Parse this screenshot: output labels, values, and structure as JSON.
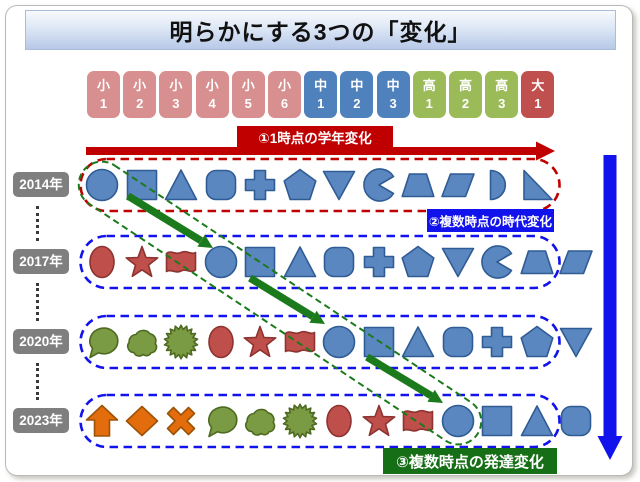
{
  "title": "明らかにする3つの「変化」",
  "grade_axis": {
    "items": [
      {
        "top": "小",
        "num": "1",
        "group": "elem"
      },
      {
        "top": "小",
        "num": "2",
        "group": "elem"
      },
      {
        "top": "小",
        "num": "3",
        "group": "elem"
      },
      {
        "top": "小",
        "num": "4",
        "group": "elem"
      },
      {
        "top": "小",
        "num": "5",
        "group": "elem"
      },
      {
        "top": "小",
        "num": "6",
        "group": "elem"
      },
      {
        "top": "中",
        "num": "1",
        "group": "middle"
      },
      {
        "top": "中",
        "num": "2",
        "group": "middle"
      },
      {
        "top": "中",
        "num": "3",
        "group": "middle"
      },
      {
        "top": "高",
        "num": "1",
        "group": "high"
      },
      {
        "top": "高",
        "num": "2",
        "group": "high"
      },
      {
        "top": "高",
        "num": "3",
        "group": "high"
      },
      {
        "top": "大",
        "num": "1",
        "group": "univ"
      }
    ]
  },
  "annotations": {
    "grade_change_label": "①1時点の学年変化",
    "era_change_label": "②複数時点の時代変化",
    "development_change_label": "③複数時点の発達変化"
  },
  "timeline": {
    "years": [
      "2014年",
      "2017年",
      "2020年",
      "2023年"
    ]
  },
  "rows": [
    {
      "year": "2014年",
      "outline": "red",
      "shapes": [
        {
          "col": 1,
          "type": "circle",
          "color": "blue"
        },
        {
          "col": 2,
          "type": "square",
          "color": "blue"
        },
        {
          "col": 3,
          "type": "triangle",
          "color": "blue"
        },
        {
          "col": 4,
          "type": "squircle",
          "color": "blue"
        },
        {
          "col": 5,
          "type": "cross",
          "color": "blue"
        },
        {
          "col": 6,
          "type": "pentagon",
          "color": "blue"
        },
        {
          "col": 7,
          "type": "tri_down",
          "color": "blue"
        },
        {
          "col": 8,
          "type": "pacman",
          "color": "blue"
        },
        {
          "col": 9,
          "type": "trapezoid",
          "color": "blue"
        },
        {
          "col": 10,
          "type": "parallelogram",
          "color": "blue"
        },
        {
          "col": 11,
          "type": "half_circle",
          "color": "blue"
        },
        {
          "col": 12,
          "type": "tri_right",
          "color": "blue"
        }
      ]
    },
    {
      "year": "2017年",
      "outline": "blue",
      "shapes": [
        {
          "col": 1,
          "type": "oval",
          "color": "red"
        },
        {
          "col": 2,
          "type": "star",
          "color": "red"
        },
        {
          "col": 3,
          "type": "flag",
          "color": "red"
        },
        {
          "col": 4,
          "type": "circle",
          "color": "blue"
        },
        {
          "col": 5,
          "type": "square",
          "color": "blue"
        },
        {
          "col": 6,
          "type": "triangle",
          "color": "blue"
        },
        {
          "col": 7,
          "type": "squircle",
          "color": "blue"
        },
        {
          "col": 8,
          "type": "cross",
          "color": "blue"
        },
        {
          "col": 9,
          "type": "pentagon",
          "color": "blue"
        },
        {
          "col": 10,
          "type": "tri_down",
          "color": "blue"
        },
        {
          "col": 11,
          "type": "pacman",
          "color": "blue"
        },
        {
          "col": 12,
          "type": "trapezoid",
          "color": "blue"
        },
        {
          "col": 13,
          "type": "parallelogram",
          "color": "blue"
        }
      ]
    },
    {
      "year": "2020年",
      "outline": "blue",
      "shapes": [
        {
          "col": 1,
          "type": "bubble",
          "color": "green"
        },
        {
          "col": 2,
          "type": "cloud",
          "color": "green"
        },
        {
          "col": 3,
          "type": "sun",
          "color": "green"
        },
        {
          "col": 4,
          "type": "oval",
          "color": "red"
        },
        {
          "col": 5,
          "type": "star",
          "color": "red"
        },
        {
          "col": 6,
          "type": "flag",
          "color": "red"
        },
        {
          "col": 7,
          "type": "circle",
          "color": "blue"
        },
        {
          "col": 8,
          "type": "square",
          "color": "blue"
        },
        {
          "col": 9,
          "type": "triangle",
          "color": "blue"
        },
        {
          "col": 10,
          "type": "squircle",
          "color": "blue"
        },
        {
          "col": 11,
          "type": "cross",
          "color": "blue"
        },
        {
          "col": 12,
          "type": "pentagon",
          "color": "blue"
        },
        {
          "col": 13,
          "type": "tri_down",
          "color": "blue"
        }
      ]
    },
    {
      "year": "2023年",
      "outline": "blue",
      "shapes": [
        {
          "col": 1,
          "type": "arrow_up",
          "color": "orange"
        },
        {
          "col": 2,
          "type": "diamond",
          "color": "orange"
        },
        {
          "col": 3,
          "type": "x_cross",
          "color": "orange"
        },
        {
          "col": 4,
          "type": "bubble",
          "color": "green"
        },
        {
          "col": 5,
          "type": "cloud",
          "color": "green"
        },
        {
          "col": 6,
          "type": "sun",
          "color": "green"
        },
        {
          "col": 7,
          "type": "oval",
          "color": "red"
        },
        {
          "col": 8,
          "type": "star",
          "color": "red"
        },
        {
          "col": 9,
          "type": "flag",
          "color": "red"
        },
        {
          "col": 10,
          "type": "circle",
          "color": "blue"
        },
        {
          "col": 11,
          "type": "square",
          "color": "blue"
        },
        {
          "col": 12,
          "type": "triangle",
          "color": "blue"
        },
        {
          "col": 13,
          "type": "squircle",
          "color": "blue"
        }
      ]
    }
  ],
  "palette": {
    "grade_groups": {
      "elem": "#d88f8f",
      "middle": "#4f81bd",
      "high": "#9bbb59",
      "univ": "#c0504d"
    },
    "shape_colors": {
      "blue": {
        "fill": "#5b87c0",
        "stroke": "#2f5c94"
      },
      "red": {
        "fill": "#bf4f4b",
        "stroke": "#8d3330"
      },
      "green": {
        "fill": "#7a9a43",
        "stroke": "#4e6a21"
      },
      "orange": {
        "fill": "#e36c0c",
        "stroke": "#9c5306"
      }
    },
    "arrow_red": "#c00000",
    "arrow_blue": "#1212ec",
    "arrow_green": "#1b7a1b",
    "label_green_bg": "#166e16",
    "year_bg": "#7f7f7f"
  }
}
